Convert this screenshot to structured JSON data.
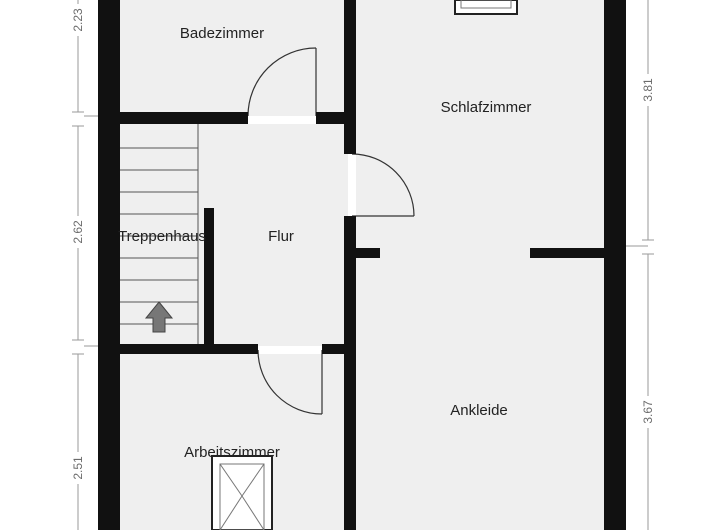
{
  "rooms": {
    "badezimmer": "Badezimmer",
    "schlafzimmer": "Schlafzimmer",
    "treppenhaus": "Treppenhaus",
    "flur": "Flur",
    "ankleide": "Ankleide",
    "arbeitszimmer": "Arbeitszimmer"
  },
  "dimensions": {
    "left_top": "2.23",
    "left_middle": "2.62",
    "left_bottom": "2.51",
    "right_top": "3.81",
    "right_bottom": "3.67"
  },
  "icons": {
    "stair_direction": "arrow-up-icon",
    "skylights": "window-icon"
  },
  "colors": {
    "wall": "#111111",
    "floor": "#efefef",
    "dimension_line": "#9a9a9a"
  }
}
